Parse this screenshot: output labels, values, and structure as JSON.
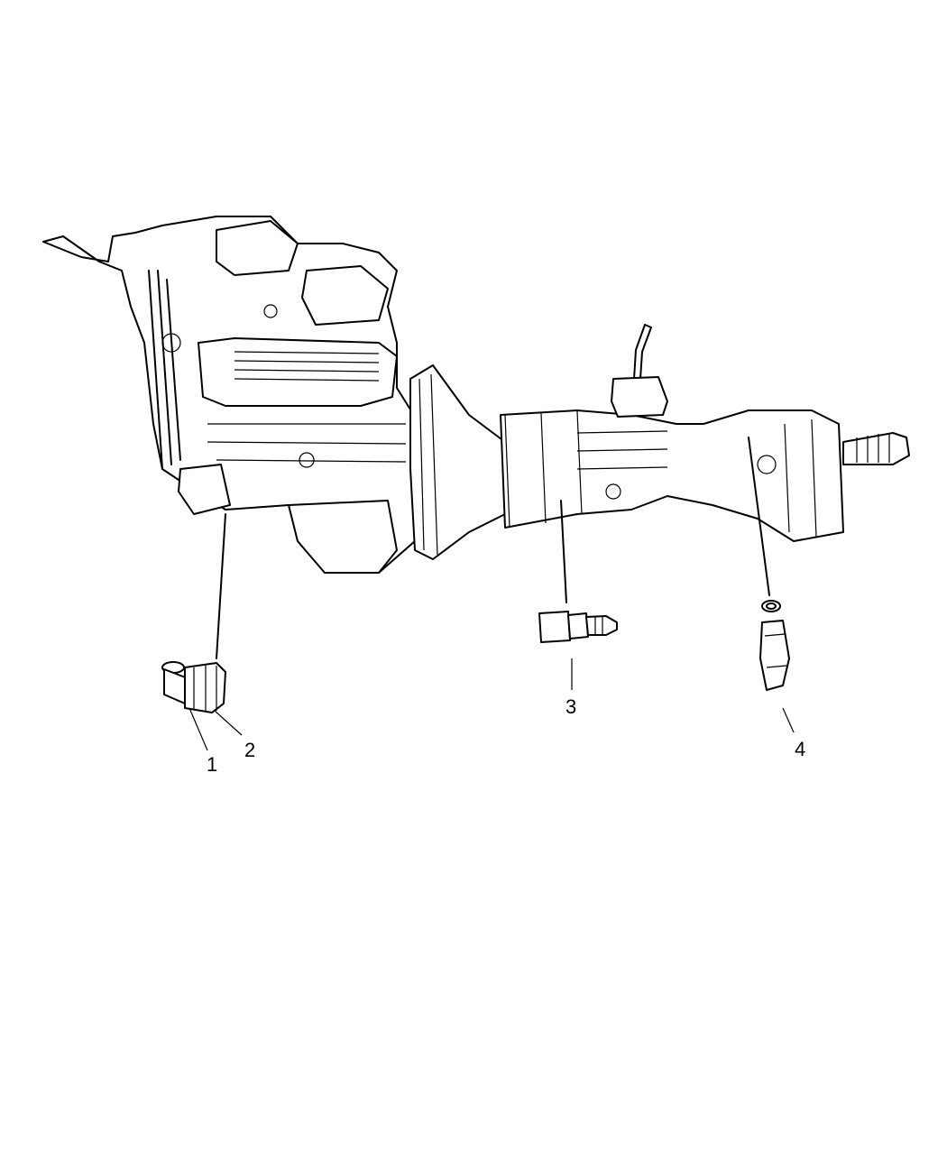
{
  "diagram": {
    "callouts": [
      {
        "label": "1"
      },
      {
        "label": "2"
      },
      {
        "label": "3"
      },
      {
        "label": "4"
      }
    ],
    "line_color": "#000000",
    "background": "#ffffff"
  }
}
